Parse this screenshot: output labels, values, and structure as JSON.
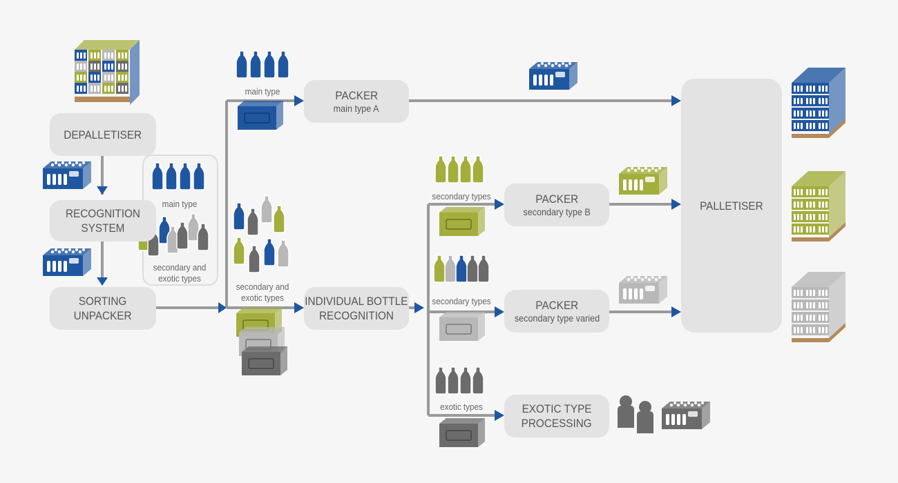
{
  "colors": {
    "blue": "#1f56a0",
    "green": "#a3ae3c",
    "light_gray": "#b8b8b8",
    "dark_gray": "#6b6b6b",
    "node_bg": "#e3e3e3",
    "line": "#9a9a9a",
    "arrow": "#1f56a0",
    "text": "#555555"
  },
  "nodes": {
    "depalletiser": {
      "title": "DEPALLETISER"
    },
    "recognition": {
      "line1": "RECOGNITION",
      "line2": "SYSTEM"
    },
    "sorting": {
      "line1": "SORTING",
      "line2": "UNPACKER"
    },
    "packer_a": {
      "title": "PACKER",
      "subtitle": "main type A"
    },
    "individual": {
      "line1": "INDIVIDUAL BOTTLE",
      "line2": "RECOGNITION"
    },
    "packer_b": {
      "title": "PACKER",
      "subtitle": "secondary type B"
    },
    "packer_varied": {
      "title": "PACKER",
      "subtitle": "secondary type varied"
    },
    "exotic": {
      "line1": "EXOTIC TYPE",
      "line2": "PROCESSING"
    },
    "palletiser": {
      "title": "PALLETISER"
    }
  },
  "labels": {
    "group_main": "main type",
    "group_secondary_1": "secondary and",
    "group_secondary_2": "exotic types",
    "branch_main": "main type",
    "branch_secondary_1": "secondary and",
    "branch_secondary_2": "exotic types",
    "secondary_b": "secondary types",
    "secondary_varied": "secondary types",
    "exotic_types": "exotic types"
  }
}
